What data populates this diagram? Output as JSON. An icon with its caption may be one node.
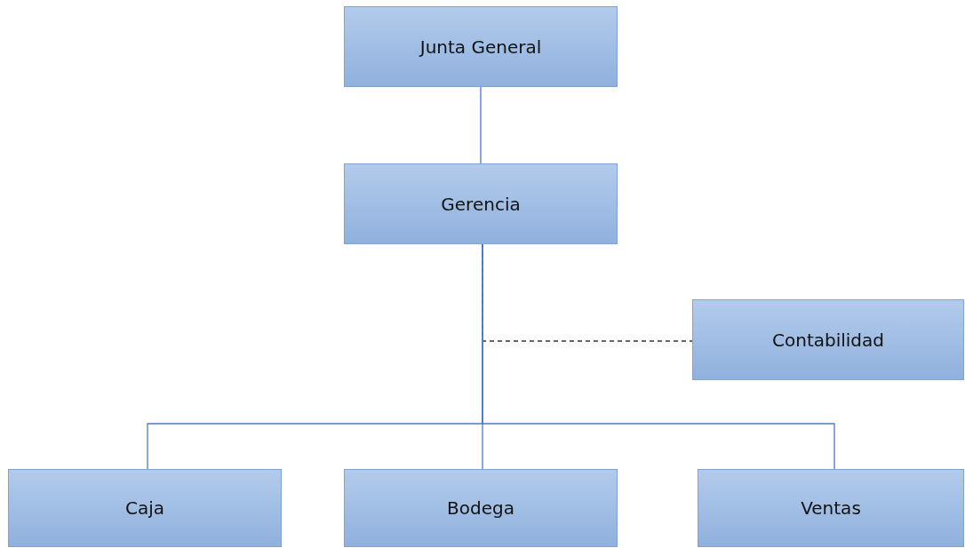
{
  "diagram": {
    "nodes": [
      {
        "text": [
          "Junta General"
        ]
      },
      {
        "text": [
          "Gerencia"
        ]
      },
      {
        "text": [
          "Contabilidad"
        ]
      },
      {
        "text": [
          "Caja"
        ]
      },
      {
        "text": [
          "Bodega"
        ]
      },
      {
        "text": [
          "Ventas"
        ]
      }
    ],
    "edges": [
      {
        "from": 0,
        "to": 1,
        "arrow": "none"
      },
      {
        "from": 1,
        "to": 2,
        "arrow": "none",
        "style": "dashed",
        "color": "#333333"
      },
      {
        "from": 1,
        "to": 3,
        "arrow": "none"
      },
      {
        "from": 1,
        "to": 4,
        "arrow": "none"
      },
      {
        "from": 1,
        "to": 5,
        "arrow": "none"
      }
    ]
  }
}
